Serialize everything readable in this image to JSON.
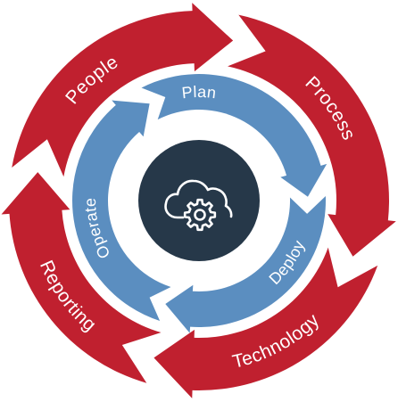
{
  "colors": {
    "outer_ring": "#c0202f",
    "inner_ring": "#5b8ec0",
    "hub": "#263849",
    "icon": "#ffffff",
    "background": "#ffffff"
  },
  "outer_ring": {
    "segments": [
      {
        "label": "People"
      },
      {
        "label": "Process"
      },
      {
        "label": "Technology"
      },
      {
        "label": "Reporting"
      }
    ]
  },
  "inner_ring": {
    "segments": [
      {
        "label": "Plan"
      },
      {
        "label": "Deploy"
      },
      {
        "label": "Operate"
      }
    ]
  },
  "hub": {
    "icon": "cloud-gear-icon"
  }
}
